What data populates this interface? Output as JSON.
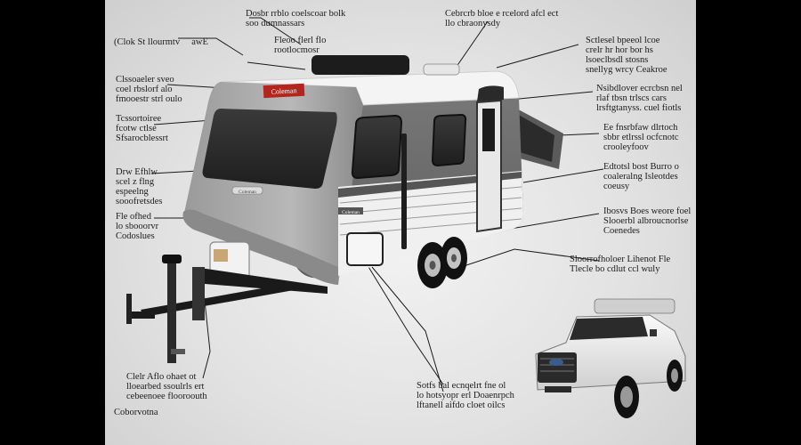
{
  "labels": [
    {
      "id": "top-center",
      "text": "Dosbr rrblo coelscoar bolk\nsoo dumnassars"
    },
    {
      "id": "top-right",
      "text": "Cebrcrb bloe e rcelord afcl ect\nllo cbraonysdy"
    },
    {
      "id": "upper-left",
      "text": "(Clok St llourmtv     awE"
    },
    {
      "id": "small-tag",
      "text": "Fleoo flerl flo\nrootlocmosr"
    },
    {
      "id": "right-1",
      "text": "Sctlesel bpeeol lcoe\ncrelr hr hor bor hs\nlsoeclbsdl stosns\nsnellyg wrcy Ceakroe"
    },
    {
      "id": "left-1",
      "text": "Clssoaeler sveo\ncoel rbslorf alo\nfmooestr strl oulo"
    },
    {
      "id": "right-2",
      "text": "Nsibdlover ecrcbsn nel\nrlaf tbsn trlscs cars\nlrsftgtanyss. cuel fiotls"
    },
    {
      "id": "left-2",
      "text": "Tcssortoiree\nfcotw ctlse\nSfsarocblessrt"
    },
    {
      "id": "right-3",
      "text": "Ee fnsrbfaw dlrtoch\nsbbr etlrssl ocfcnotc\ncrooleyfoov"
    },
    {
      "id": "left-3",
      "text": "Drw Efhlw\nscel z flng\nespeelng\nsooofretsdes"
    },
    {
      "id": "right-4",
      "text": "Edtotsl bost Burro o\ncoaleralng Isleotdes\ncoeusy"
    },
    {
      "id": "left-4",
      "text": "Fle ofhed\nlo sbooorvr\nCodoslues"
    },
    {
      "id": "right-5",
      "text": "Ibosvs Boes weore foel\nSlooerbl albroucnorlse\nCoenedes"
    },
    {
      "id": "right-6",
      "text": "Sloorrofholoer Lihenot Fle\nTlecle bo cdlut ccl wuly"
    },
    {
      "id": "bottom-left",
      "text": "Clelr Aflo ohaet ot\nlloearbed ssoulrls ert\ncebeenoee flooroouth"
    },
    {
      "id": "bottom-center",
      "text": "Sotfs bal ecnqelrt fne ol\nlo hotsyopr erl Doaenrpch\nlftanell aifdo cloet oilcs"
    },
    {
      "id": "footer",
      "text": "Coborvotna"
    }
  ],
  "brand": {
    "badge": "Coleman",
    "side": "Coleman",
    "side_stripe": "Coleman"
  },
  "colors": {
    "body_gray": "#6c6c6c",
    "cap_white": "#f4f4f4",
    "stripe_dark": "#555555",
    "badge_red": "#b3251d",
    "truck_white": "#ededed"
  }
}
